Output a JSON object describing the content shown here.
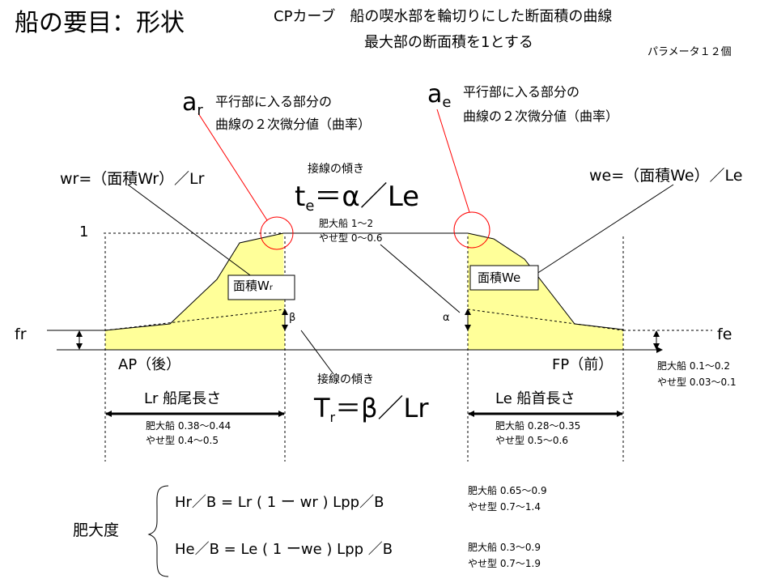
{
  "header": {
    "title": "船の要目：形状",
    "subtitle_line1": "CPカーブ　船の喫水部を輪切りにした断面積の曲線",
    "subtitle_line2": "最大部の断面積を1とする",
    "param_count": "パラメータ１２個"
  },
  "labels": {
    "ar_main": "a",
    "ar_sub": "r",
    "ar_desc1": "平行部に入る部分の",
    "ar_desc2": "曲線の２次微分値（曲率）",
    "ae_main": "a",
    "ae_sub": "e",
    "ae_desc1": "平行部に入る部分の",
    "ae_desc2": "曲線の２次微分値（曲率）",
    "wr_formula": "wr=（面積Wr）／Lr",
    "we_formula": "we=（面積We）／Le",
    "te_caption": "接線の傾き",
    "te_main": "t",
    "te_sub": "e",
    "te_rest": "＝α／Le",
    "te_range1": "肥大船 1～2",
    "te_range2": "やせ型 0～0.6",
    "y_one": "1",
    "area_wr": "面積W",
    "area_wr_sub": "r",
    "area_we": "面積We",
    "beta": "β",
    "alpha": "α",
    "fr": "fr",
    "fe": "fe",
    "ap": "AP（後）",
    "fp": "FP（前）",
    "fe_range1": "肥大船 0.1～0.2",
    "fe_range2": "やせ型 0.03～0.1",
    "tr_caption": "接線の傾き",
    "tr_main": "T",
    "tr_sub": "r",
    "tr_rest": "＝β／Lr",
    "lr_label": "Lr 船尾長さ",
    "lr_range1": "肥大船 0.38～0.44",
    "lr_range2": "やせ型 0.4～0.5",
    "le_label": "Le 船首長さ",
    "le_range1": "肥大船 0.28～0.35",
    "le_range2": "やせ型 0.5～0.6"
  },
  "fatness": {
    "label": "肥大度",
    "hr_formula": "Hr／B = Lr ( 1 ー wr ) Lpp／B",
    "hr_range1": "肥大船 0.65～0.9",
    "hr_range2": "やせ型 0.7～1.4",
    "he_formula": "He／B = Le ( 1 ーwe ) Lpp ／B",
    "he_range1": "肥大船 0.3～0.9",
    "he_range2": "やせ型 0.7～1.9"
  },
  "colors": {
    "fill": "#FFFF99",
    "highlight": "#FF0000",
    "line": "#000000"
  }
}
